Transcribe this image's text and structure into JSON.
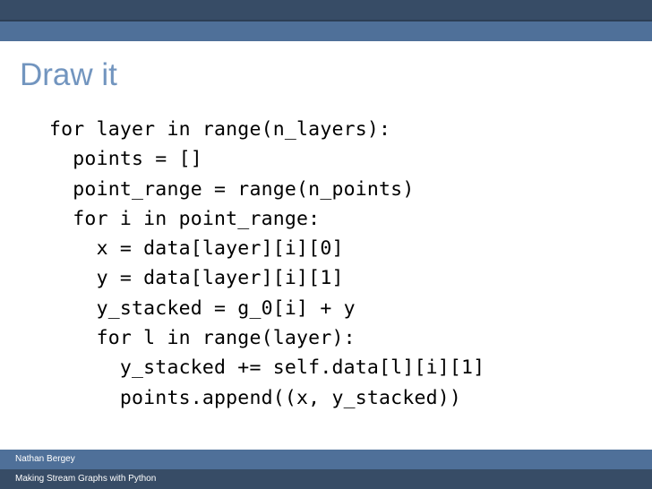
{
  "slide": {
    "title": "Draw it",
    "title_color": "#7295bf",
    "background_color": "#ffffff",
    "accent_dark": "#374c66",
    "accent_light": "#4f7099",
    "code_lines": [
      "for layer in range(n_layers):",
      "  points = []",
      "  point_range = range(n_points)",
      "  for i in point_range:",
      "    x = data[layer][i][0]",
      "    y = data[layer][i][1]",
      "    y_stacked = g_0[i] + y",
      "    for l in range(layer):",
      "      y_stacked += self.data[l][i][1]",
      "      points.append((x, y_stacked))"
    ]
  },
  "footer": {
    "author": "Nathan Bergey",
    "presentation_title": "Making Stream Graphs with Python"
  }
}
